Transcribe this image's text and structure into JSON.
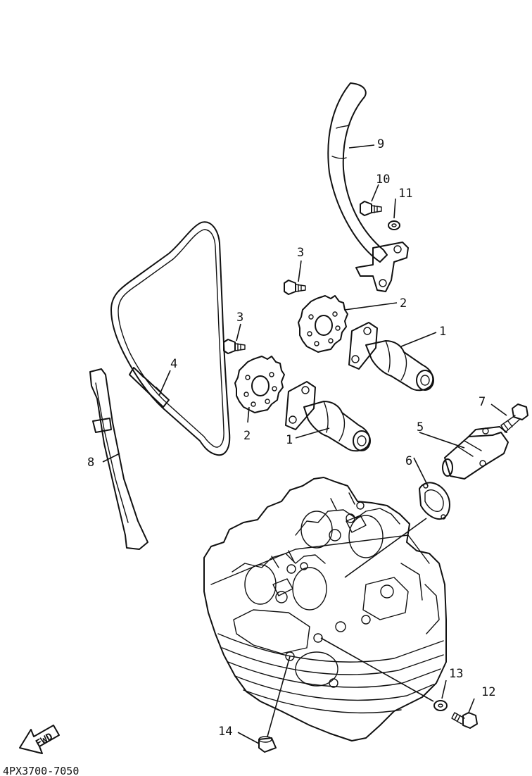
{
  "diagram_code": "4PX3700-7050",
  "fwd_label": "FWD",
  "callouts": {
    "c1_upper": "1",
    "c1_lower": "1",
    "c2_upper": "2",
    "c2_lower": "2",
    "c3_upper": "3",
    "c3_lower": "3",
    "c4": "4",
    "c5": "5",
    "c6": "6",
    "c7": "7",
    "c8": "8",
    "c9": "9",
    "c10": "10",
    "c11": "11",
    "c12": "12",
    "c13": "13",
    "c14": "14"
  },
  "icons": {
    "fwd": "fwd-arrow-icon"
  }
}
